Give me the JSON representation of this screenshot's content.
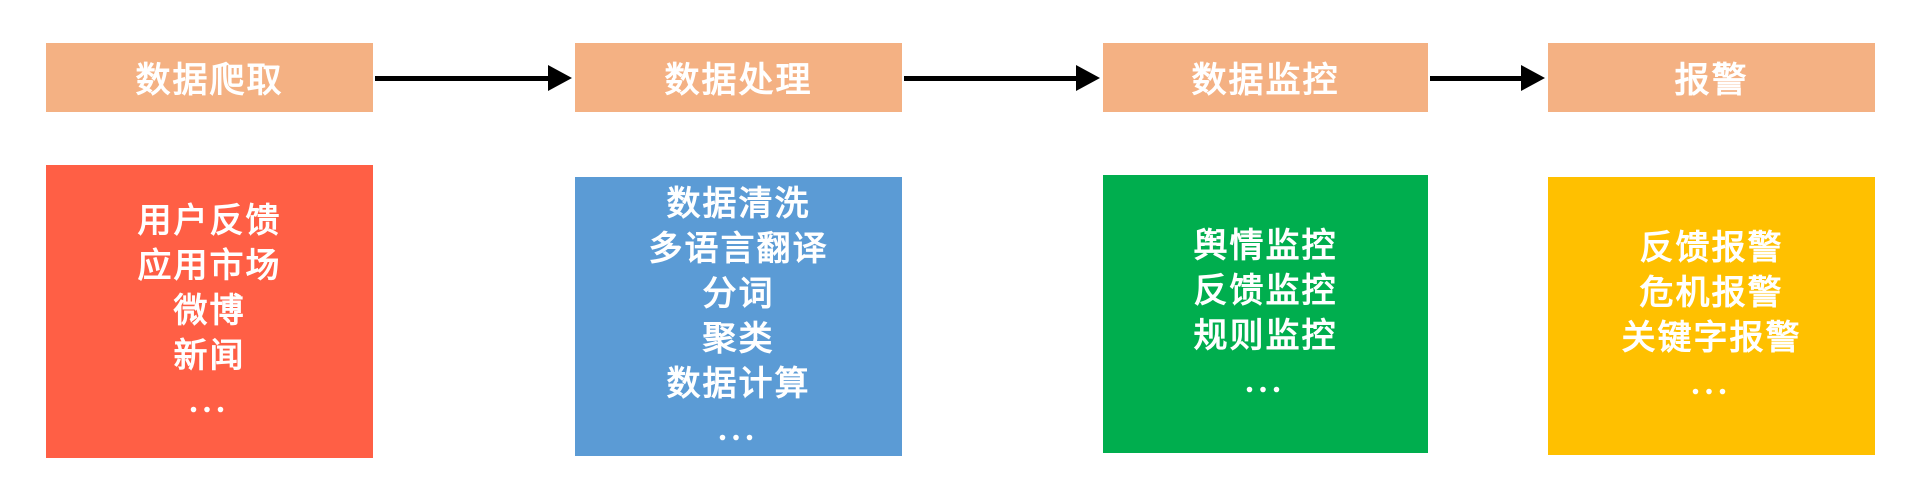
{
  "diagram": {
    "title": "data-monitoring-pipeline-flowchart",
    "colors": {
      "header_bg": "#F4B183",
      "text": "#FFFFFF",
      "arrow": "#000000",
      "crawl_box": "#FF5F45",
      "process_box": "#5B9BD5",
      "monitor_box": "#00AE4E",
      "alert_box": "#FFC000"
    },
    "columns": [
      {
        "header": "数据爬取",
        "box_color": "#FF5F45",
        "items": [
          "用户反馈",
          "应用市场",
          "微博",
          "新闻",
          "..."
        ]
      },
      {
        "header": "数据处理",
        "box_color": "#5B9BD5",
        "items": [
          "数据清洗",
          "多语言翻译",
          "分词",
          "聚类",
          "数据计算",
          "..."
        ]
      },
      {
        "header": "数据监控",
        "box_color": "#00AE4E",
        "items": [
          "舆情监控",
          "反馈监控",
          "规则监控",
          "..."
        ]
      },
      {
        "header": "报警",
        "box_color": "#FFC000",
        "items": [
          "反馈报警",
          "危机报警",
          "关键字报警",
          "..."
        ]
      }
    ]
  }
}
